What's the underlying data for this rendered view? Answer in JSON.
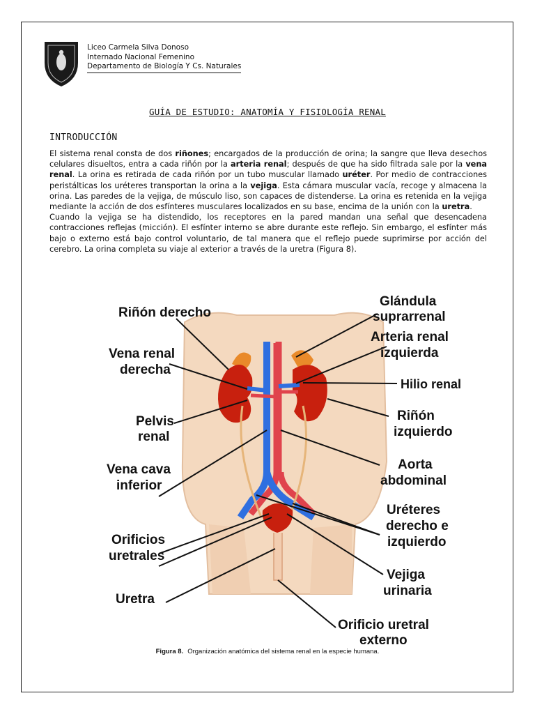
{
  "header": {
    "school_line1": "Liceo Carmela Silva Donoso",
    "school_line2": "Internado Nacional Femenino",
    "school_line3": "Departamento de Biología Y Cs. Naturales"
  },
  "title": "GUÍA DE ESTUDIO: ANATOMÍA Y FISIOLOGÍA RENAL",
  "section_heading": "INTRODUCCIÓN",
  "intro": {
    "p1_a": "El sistema renal consta de dos ",
    "p1_b": "riñones",
    "p1_c": "; encargados de la producción de orina; la sangre que lleva desechos celulares disueltos, entra a cada riñón por la ",
    "p1_d": "arteria renal",
    "p1_e": "; después de que ha sido filtrada sale por la ",
    "p1_f": "vena renal",
    "p1_g": ". La orina es retirada de cada riñón por un tubo muscular llamado ",
    "p1_h": "uréter",
    "p1_i": ". Por medio de contracciones peristálticas los uréteres transportan la orina a la ",
    "p1_j": "vejiga",
    "p1_k": ". Esta cámara muscular vacía, recoge y almacena la orina. Las paredes de la vejiga, de músculo liso, son capaces de distenderse. La orina es retenida en la vejiga mediante la acción de dos esfínteres musculares localizados en su base, encima de la unión con la ",
    "p1_l": "uretra",
    "p1_m": ".",
    "p2": "Cuando la vejiga se ha distendido, los receptores en la pared mandan una señal que desencadena contracciones reflejas (micción). El esfínter interno se abre durante este reflejo. Sin embargo, el esfínter más bajo o externo está bajo control  voluntario, de tal manera que el reflejo puede suprimirse por acción del cerebro. La orina completa su viaje al exterior a  través de la uretra (Figura 8)."
  },
  "figure_labels": {
    "rinon_derecho": "Riñón derecho",
    "glandula_1": "Glándula",
    "glandula_2": "suprarrenal",
    "vena_renal_1": "Vena renal",
    "vena_renal_2": "derecha",
    "arteria_1": "Arteria renal",
    "arteria_2": "izquierda",
    "hilio": "Hilio renal",
    "pelvis_1": "Pelvis",
    "pelvis_2": "renal",
    "rinon_izq_1": "Riñón",
    "rinon_izq_2": "izquierdo",
    "vena_cava_1": "Vena cava",
    "vena_cava_2": "inferior",
    "aorta_1": "Aorta",
    "aorta_2": "abdominal",
    "ureteres_1": "Uréteres",
    "ureteres_2": "derecho e",
    "ureteres_3": "izquierdo",
    "orificios_1": "Orificios",
    "orificios_2": "uretrales",
    "vejiga_1": "Vejiga",
    "vejiga_2": "urinaria",
    "uretra": "Uretra",
    "orificio_ext_1": "Orificio uretral",
    "orificio_ext_2": "externo"
  },
  "caption": {
    "label": "Figura 8.",
    "text": "Organización anatómica del sistema renal en la especie humana."
  },
  "colors": {
    "kidney": "#c8200e",
    "vein": "#2f6fe0",
    "artery": "#e0434c",
    "skin": "#f4d9bf",
    "gland": "#e98a2a"
  }
}
